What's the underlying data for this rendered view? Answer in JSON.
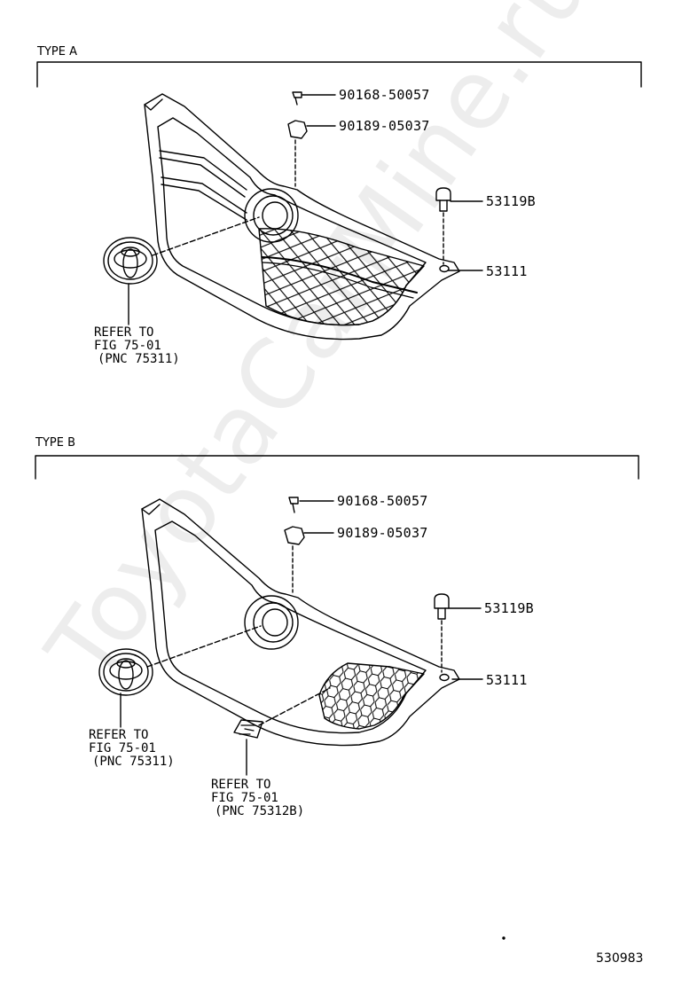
{
  "watermark": "ToyotaCarMine.ru",
  "sections": [
    {
      "type_label": "TYPE A",
      "parts": [
        "90168-50057",
        "90189-05037",
        "53119B",
        "53111"
      ],
      "emblem_ref": [
        "REFER TO",
        "FIG 75-01",
        "(PNC 75311)"
      ]
    },
    {
      "type_label": "TYPE B",
      "parts": [
        "90168-50057",
        "90189-05037",
        "53119B",
        "53111"
      ],
      "emblem_ref": [
        "REFER TO",
        "FIG 75-01",
        "(PNC 75311)"
      ],
      "badge_ref": [
        "REFER TO",
        "FIG 75-01",
        "(PNC 75312B)"
      ]
    }
  ],
  "doc_number": "530983"
}
